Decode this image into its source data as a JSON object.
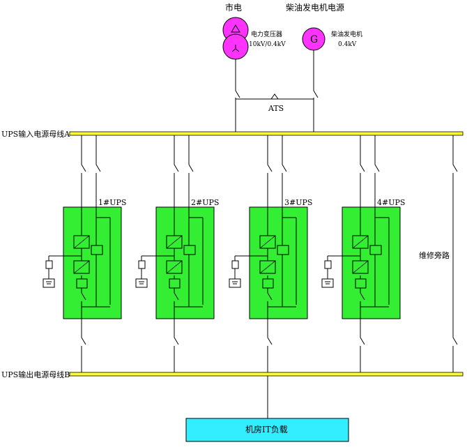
{
  "sources": {
    "grid_label": "市电",
    "genset_title": "柴油发电机电源",
    "transformer_label": "电力变压器",
    "transformer_rating": "10kV/0.4kV",
    "generator_symbol": "G",
    "generator_label": "柴油发电机",
    "generator_rating": "0.4kV"
  },
  "ats_label": "ATS",
  "bus_a_label": "UPS输入电源母线A",
  "bus_b_label": "UPS输出电源母线B",
  "maintenance_bypass_label": "维修旁路",
  "load_label": "机房IT负载",
  "ups_units": [
    {
      "label": "1#UPS"
    },
    {
      "label": "2#UPS"
    },
    {
      "label": "3#UPS"
    },
    {
      "label": "4#UPS"
    }
  ],
  "colors": {
    "transformer": "#ff33ff",
    "bus": "#ffff33",
    "ups_cabinet": "#33ee33",
    "load_box": "#33eeff",
    "line": "#000000"
  }
}
